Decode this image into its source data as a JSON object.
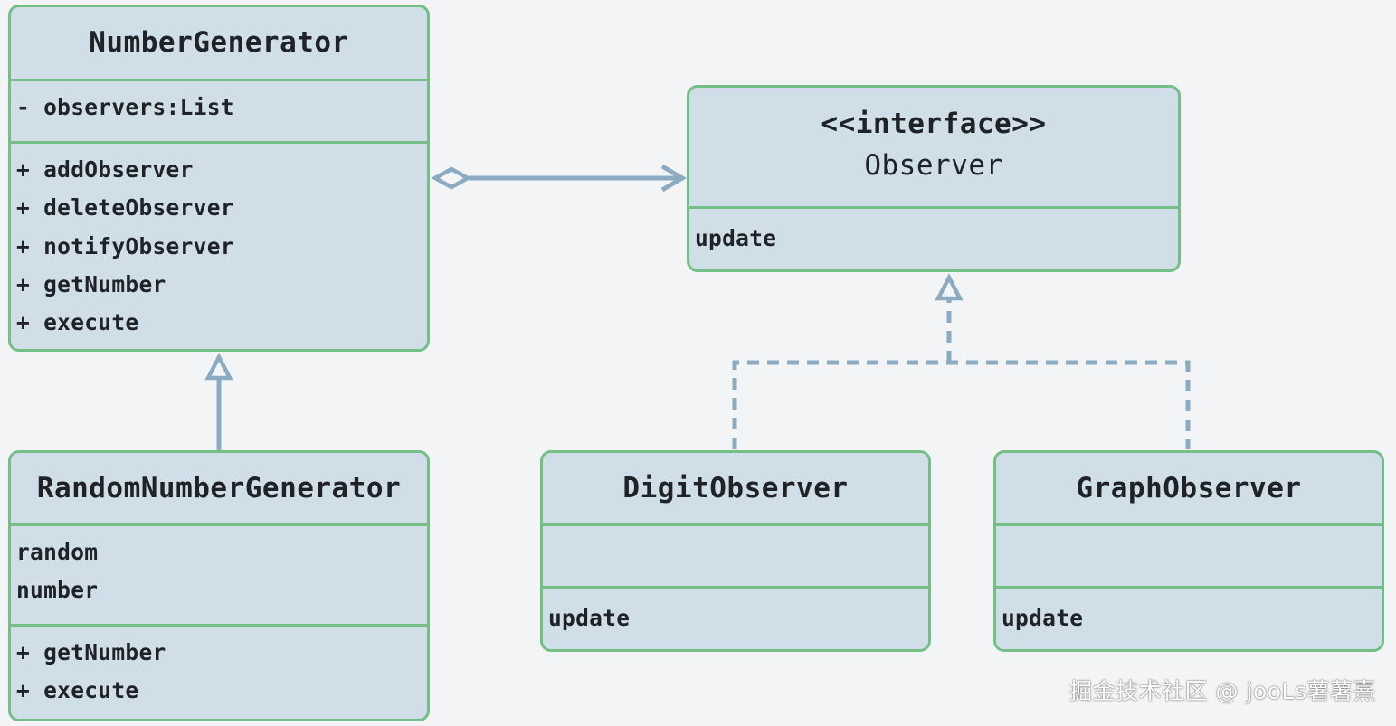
{
  "number_generator": {
    "name": "NumberGenerator",
    "attributes": [
      "- observers:List"
    ],
    "methods": [
      "+ addObserver",
      "+ deleteObserver",
      "+ notifyObserver",
      "+ getNumber",
      "+ execute"
    ]
  },
  "observer": {
    "stereotype": "<<interface>>",
    "name": "Observer",
    "methods": [
      "update"
    ]
  },
  "random_number_generator": {
    "name": "RandomNumberGenerator",
    "attributes": [
      "random",
      "number"
    ],
    "methods": [
      "+ getNumber",
      "+ execute"
    ]
  },
  "digit_observer": {
    "name": "DigitObserver",
    "methods": [
      "update"
    ]
  },
  "graph_observer": {
    "name": "GraphObserver",
    "methods": [
      "update"
    ]
  },
  "watermark": "掘金技术社区 @ jooLs薯薯熹",
  "colors": {
    "background": "#f3f4f6",
    "class_fill": "#d0dee8",
    "class_border": "#74bf85",
    "connector": "#8aabc2",
    "text": "#1f2328"
  }
}
